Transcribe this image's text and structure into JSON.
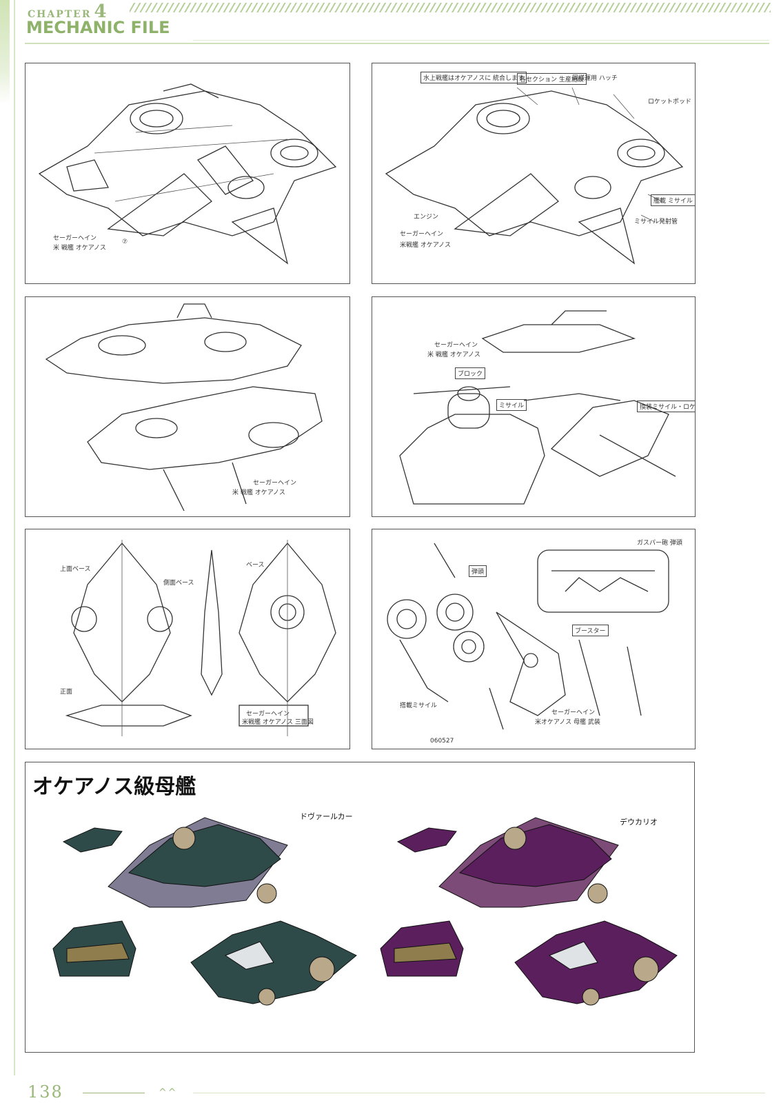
{
  "header": {
    "chapter_label": "CHAPTER",
    "chapter_number": "4",
    "section_title": "MECHANIC FILE"
  },
  "sketch_panels": [
    {
      "notes": [
        "セーガーヘイン",
        "米 戦艦 オケアノス",
        "⑦"
      ]
    },
    {
      "notes": [
        "水上戦艦はオケアノスに 統合します",
        "各セクション 生産施設",
        "同様運用 ハッチ",
        "ロケットポッド",
        "エンジン",
        "艦載 ミサイル",
        "ミサイル発射管",
        "セーガーヘイン",
        "米戦艦 オケアノス"
      ]
    },
    {
      "notes": [
        "セーガーヘイン",
        "米 戦艦 オケアノス"
      ]
    },
    {
      "notes": [
        "セーガーヘイン",
        "米 戦艦 オケアノス",
        "ブロック",
        "ミサイル",
        "換装ミサイル・ロケット"
      ]
    },
    {
      "notes": [
        "上面ベース",
        "側面ベース",
        "ベース",
        "正面",
        "セーガーヘイン",
        "米戦艦 オケアノス 三面図"
      ]
    },
    {
      "notes": [
        "ガスパー砲 弾頭",
        "弾頭",
        "ブースター",
        "セーガーヘイン",
        "米オケアノス 母艦 武装",
        "搭載ミサイル",
        "060527"
      ]
    }
  ],
  "color_panel": {
    "title": "オケアノス級母艦",
    "variants": [
      {
        "name": "ドヴァールカー",
        "main_color": "#2e4b4a",
        "accent_color": "#7f7c94"
      },
      {
        "name": "デウカリオ",
        "main_color": "#5a1f5c",
        "accent_color": "#7d4b78"
      }
    ]
  },
  "footer": {
    "page_number": "138",
    "chevrons": "^^"
  }
}
